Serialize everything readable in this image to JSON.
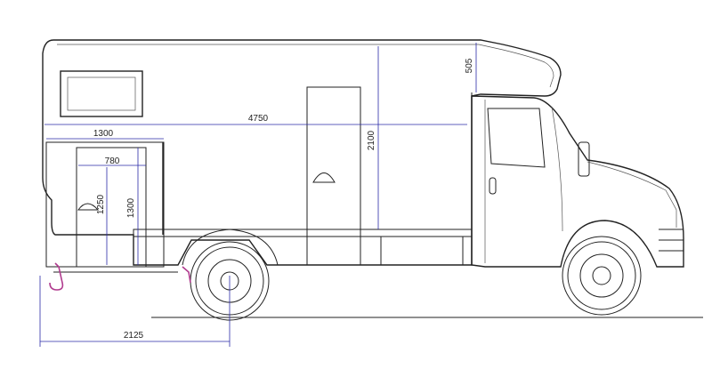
{
  "dimensions": {
    "overall_length": "4750",
    "cabin_height": "2100",
    "overcab_height": "505",
    "rear_overhang": "2125",
    "garage_width": "1300",
    "garage_height": "1300",
    "door_width": "780",
    "door_height": "1250"
  },
  "colors": {
    "line": "#222222",
    "dimension": "#2a2aa8",
    "hitch": "#b03a8e"
  }
}
